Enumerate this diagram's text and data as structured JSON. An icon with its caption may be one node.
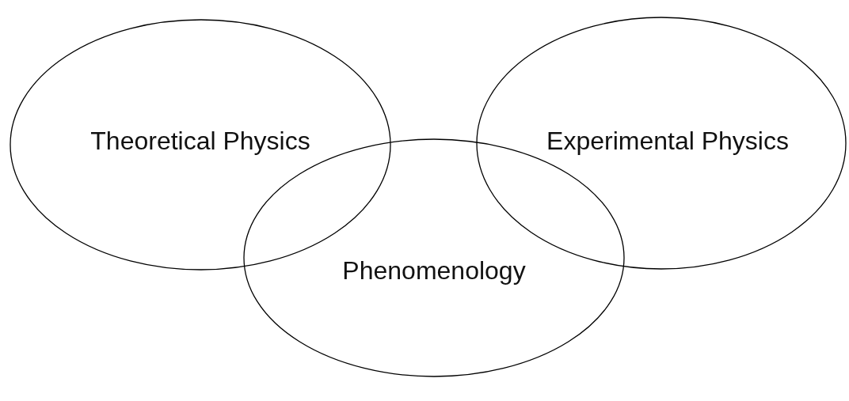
{
  "diagram": {
    "nodes": [
      {
        "text": [
          "Theoretical Physics"
        ]
      },
      {
        "text": [
          "Experimental Physics"
        ]
      },
      {
        "text": [
          "Phenomenology"
        ]
      }
    ]
  }
}
